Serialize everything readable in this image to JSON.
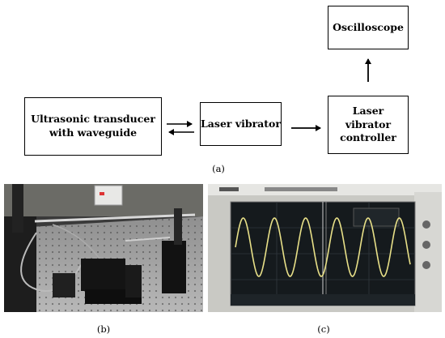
{
  "diagram": {
    "nodes": {
      "oscilloscope": "Oscilloscope",
      "transducer": "Ultrasonic transducer\nwith waveguide",
      "laser_vibrator": "Laser vibrator",
      "controller": "Laser vibrator\ncontroller"
    },
    "edges": [
      {
        "from": "transducer",
        "to": "laser_vibrator",
        "style": "bidirectional"
      },
      {
        "from": "laser_vibrator",
        "to": "controller",
        "style": "arrow"
      },
      {
        "from": "controller",
        "to": "oscilloscope",
        "style": "arrow"
      }
    ]
  },
  "captions": {
    "a": "(a)",
    "b": "(b)",
    "c": "(c)"
  },
  "photos": {
    "b": {
      "subject": "optical-table-setup-photo"
    },
    "c": {
      "subject": "oscilloscope-screen-photo",
      "trace_color": "#e8e088"
    }
  }
}
